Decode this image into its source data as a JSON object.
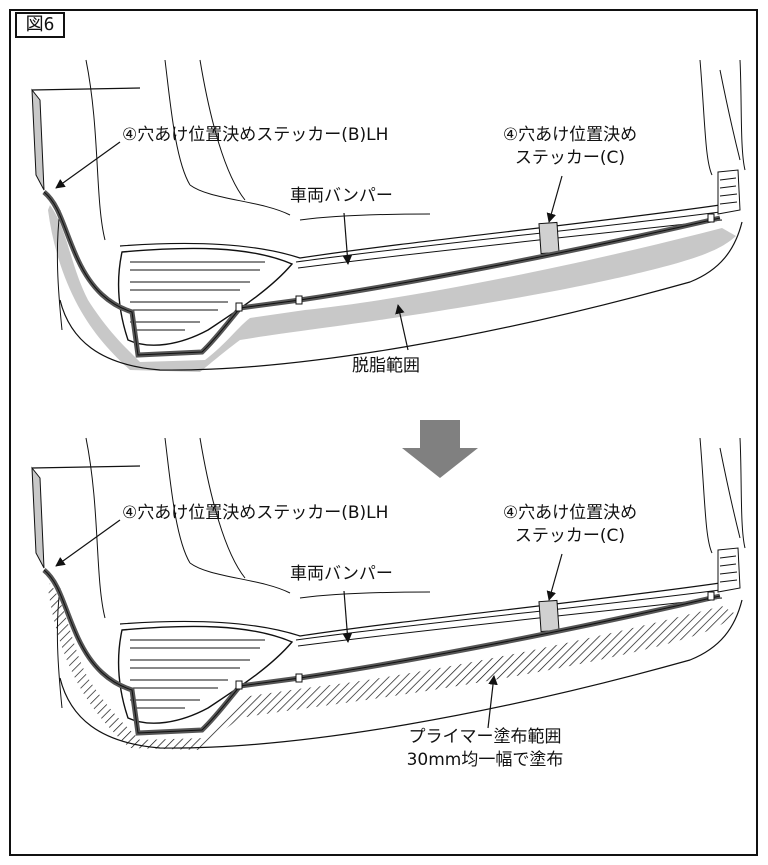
{
  "figure_label": "図6",
  "colors": {
    "line": "#111111",
    "degrease": "#c8c8c8",
    "sticker": "#d0d0d0",
    "arrow": "#808080"
  },
  "panels": [
    {
      "sticker_b": "④穴あけ位置決めステッカー(B)LH",
      "sticker_c_line1": "④穴あけ位置決め",
      "sticker_c_line2": "ステッカー(C)",
      "bumper": "車両バンパー",
      "area_line1": "脱脂範囲",
      "area_line2": ""
    },
    {
      "sticker_b": "④穴あけ位置決めステッカー(B)LH",
      "sticker_c_line1": "④穴あけ位置決め",
      "sticker_c_line2": "ステッカー(C)",
      "bumper": "車両バンパー",
      "area_line1": "プライマー塗布範囲",
      "area_line2": "30mm均一幅で塗布"
    }
  ]
}
